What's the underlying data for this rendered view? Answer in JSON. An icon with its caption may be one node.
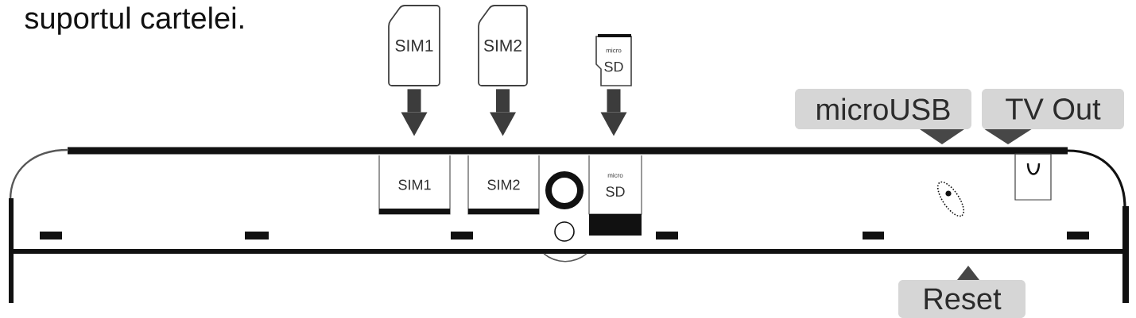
{
  "diagram": {
    "nodes": [
      {
        "text": [
          "SIM1"
        ]
      },
      {
        "text": [
          "SIM2"
        ]
      },
      {
        "text": [
          "micro",
          "SD"
        ]
      },
      {
        "text": [
          "SIM1"
        ]
      },
      {
        "text": [
          "SIM2"
        ]
      },
      {
        "text": [
          "micro",
          "SD"
        ]
      },
      {
        "text": [
          "microUSB"
        ]
      },
      {
        "text": [
          "TV Out"
        ]
      },
      {
        "text": [
          "Reset"
        ]
      }
    ],
    "edges": [
      {
        "from": 0,
        "to": 3,
        "arrow": "to"
      },
      {
        "from": 1,
        "to": 4,
        "arrow": "to"
      },
      {
        "from": 2,
        "to": 5,
        "arrow": "to"
      }
    ],
    "labels": [
      "suportul cartelei."
    ]
  }
}
